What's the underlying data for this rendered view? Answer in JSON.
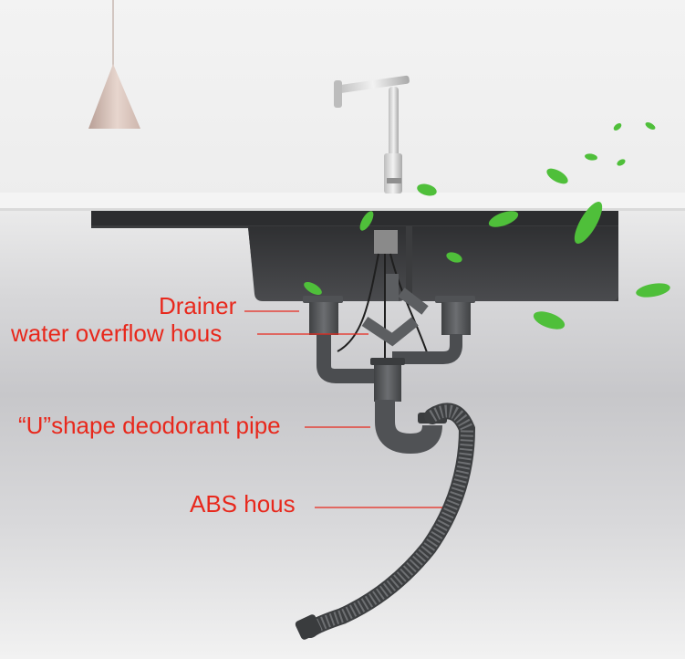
{
  "labels": {
    "drainer": "Drainer",
    "overflow": "water overflow hous",
    "u_pipe": "“U”shape deodorant pipe",
    "abs_hose": "ABS hous"
  },
  "colors": {
    "label_text": "#e8281c",
    "leader_line": "#e8281c",
    "countertop": "#f4f4f4",
    "sink_body": "#3e3f41",
    "pipe": "#56585b",
    "leaf": "#4fbf3a"
  },
  "icons": [
    "pendant-lamp-icon",
    "faucet-icon",
    "leaf-icon"
  ]
}
